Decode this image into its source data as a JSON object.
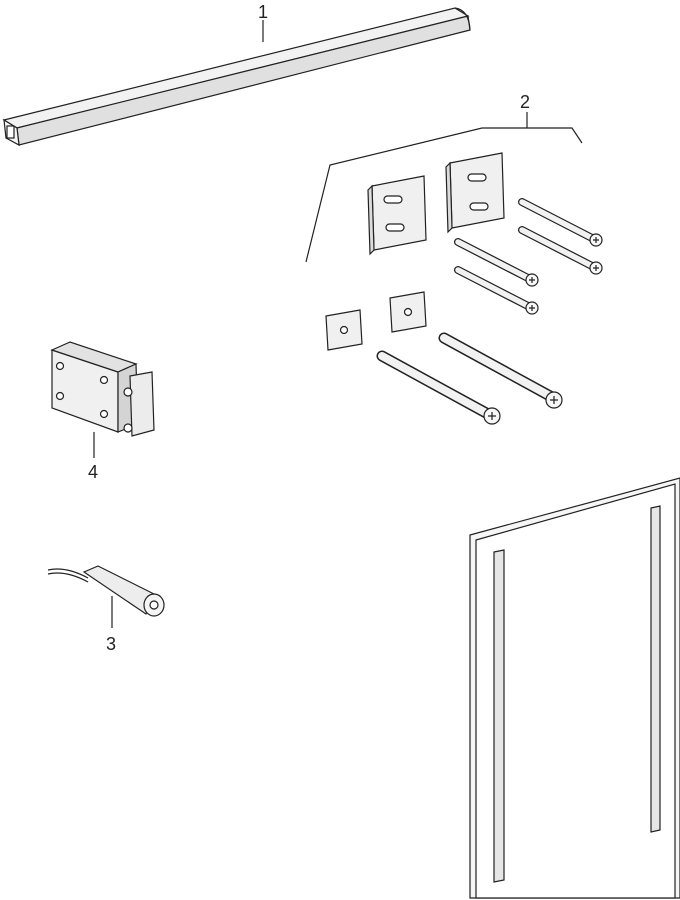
{
  "callouts": {
    "c1": "1",
    "c2": "2",
    "c3": "3",
    "c4": "4"
  },
  "colors": {
    "stroke": "#222222",
    "part_fill": "#f0f0f0",
    "part_shade": "#d9d9d9",
    "mirror_led": "#e6e6e6"
  }
}
